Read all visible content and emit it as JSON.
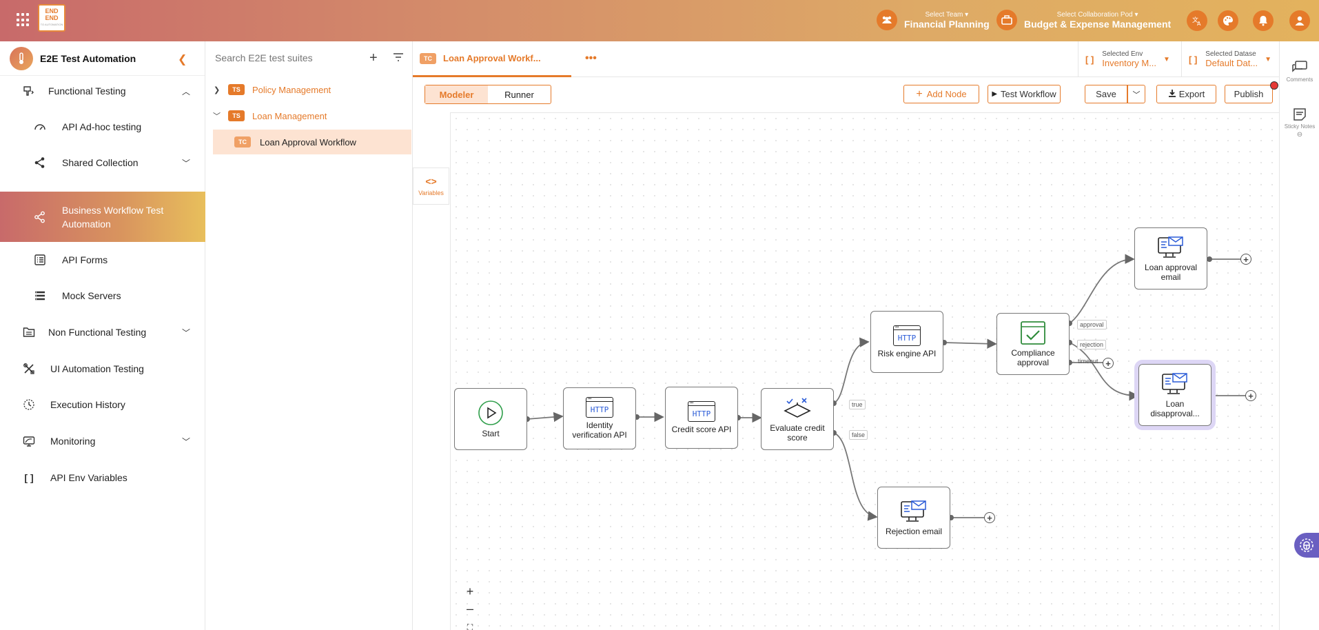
{
  "brand": {
    "logo_line1": "END",
    "logo_line2": "END",
    "logo_sub": "TO AUTOMATION"
  },
  "header": {
    "team_label": "Select Team",
    "team_value": "Financial Planning",
    "pod_label": "Select Collaboration Pod",
    "pod_value": "Budget & Expense Management"
  },
  "sidebar": {
    "title": "E2E Test Automation",
    "items": [
      {
        "label": "Functional Testing"
      },
      {
        "label": "API Ad-hoc testing"
      },
      {
        "label": "Shared Collection"
      },
      {
        "label": "Business Workflow Test",
        "label2": "Automation"
      },
      {
        "label": "API Forms"
      },
      {
        "label": "Mock Servers"
      },
      {
        "label": "Non Functional Testing"
      },
      {
        "label": "UI Automation Testing"
      },
      {
        "label": "Execution History"
      },
      {
        "label": "Monitoring"
      },
      {
        "label": "API Env Variables"
      }
    ]
  },
  "suites": {
    "search_placeholder": "Search E2E test suites",
    "tree": [
      {
        "badge": "TS",
        "label": "Policy Management"
      },
      {
        "badge": "TS",
        "label": "Loan Management"
      },
      {
        "badge": "TC",
        "label": "Loan Approval Workflow"
      }
    ]
  },
  "tabs": {
    "active_badge": "TC",
    "active_label": "Loan Approval Workf...",
    "more": "•••",
    "env_label": "Selected Env",
    "env_value": "Inventory M...",
    "dataset_label": "Selected Datase",
    "dataset_value": "Default Dat..."
  },
  "toolbar": {
    "modeler": "Modeler",
    "runner": "Runner",
    "add_node": "Add Node",
    "test_workflow": "Test Workflow",
    "save": "Save",
    "export": "Export",
    "publish": "Publish"
  },
  "variables_label": "Variables",
  "nodes": {
    "start": "Start",
    "identity": [
      "Identity",
      "verification API"
    ],
    "credit": "Credit score API",
    "evaluate": [
      "Evaluate credit",
      "score"
    ],
    "risk": "Risk engine API",
    "compliance": [
      "Compliance",
      "approval"
    ],
    "approval_email": [
      "Loan approval",
      "email"
    ],
    "disapproval": [
      "Loan",
      "disapproval..."
    ],
    "rejection_email": "Rejection email",
    "http": "HTTP"
  },
  "edge_labels": {
    "true": "true",
    "false": "false",
    "approval": "approval",
    "rejection": "rejection",
    "timeout": "timeout"
  },
  "rail": {
    "comments": "Comments",
    "sticky_notes": "Sticky Notes"
  },
  "colors": {
    "accent": "#e57a2a",
    "accent_light": "#fde3d2",
    "selection": "#ddd6f5"
  }
}
